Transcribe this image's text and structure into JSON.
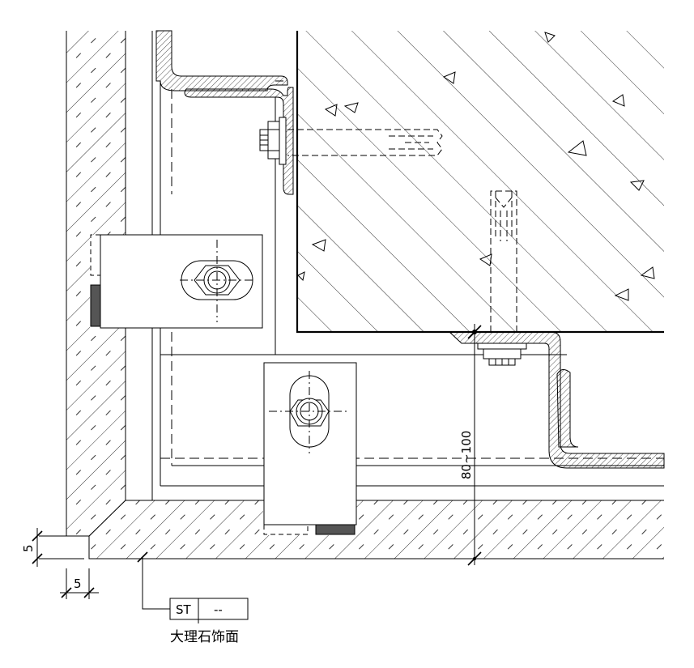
{
  "labels": {
    "dim_vertical_5": "5",
    "dim_horizontal_5": "5",
    "dim_gap": "80~100",
    "tag_code": "ST",
    "tag_suffix": "--",
    "material_name": "大理石饰面"
  }
}
